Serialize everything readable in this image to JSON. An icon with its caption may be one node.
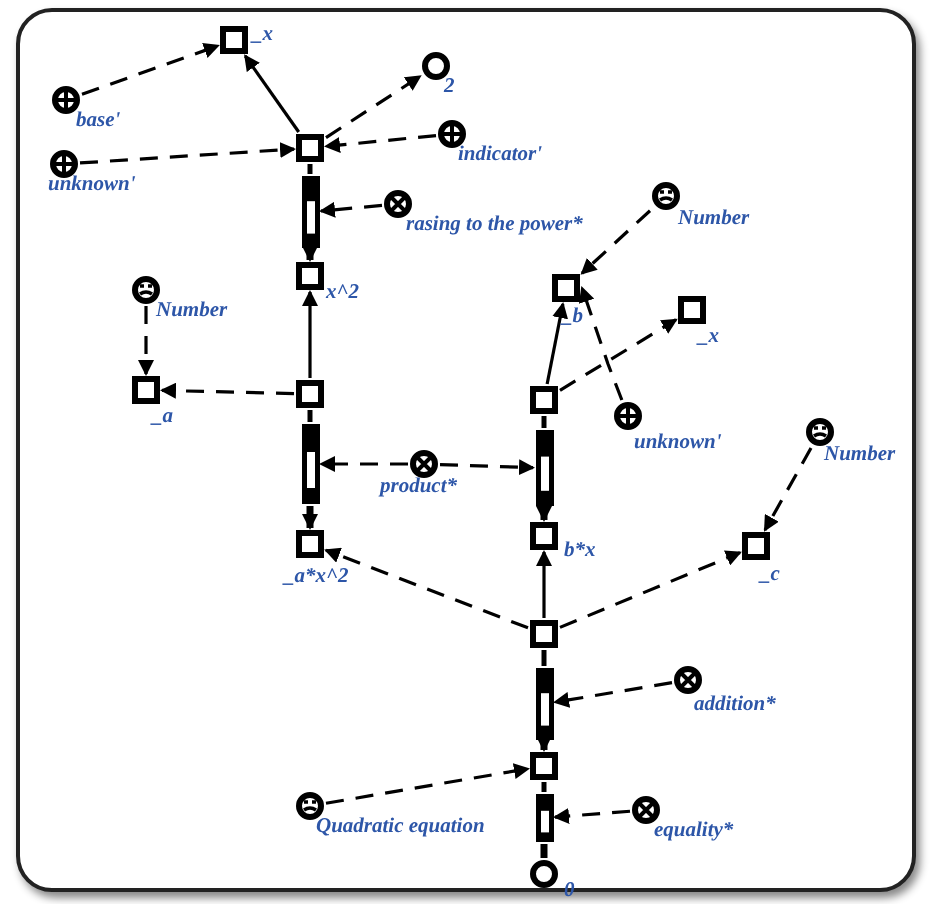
{
  "diagram": {
    "nodes": [
      {
        "text": [
          "_x"
        ]
      },
      {
        "text": [
          "base'"
        ]
      },
      {
        "text": [
          "unknown'"
        ]
      },
      {
        "text": [],
        "shape": "box"
      },
      {
        "text": [
          "2"
        ]
      },
      {
        "text": [
          "indicator'"
        ]
      },
      {
        "text": [],
        "shape": "bar"
      },
      {
        "text": [
          "rasing to the power*"
        ]
      },
      {
        "text": [
          "x^2"
        ]
      },
      {
        "text": [
          "Number"
        ]
      },
      {
        "text": [
          "_a"
        ]
      },
      {
        "text": [],
        "shape": "box"
      },
      {
        "text": [],
        "shape": "bar"
      },
      {
        "text": [
          "product*"
        ]
      },
      {
        "text": [
          "_a*x^2"
        ]
      },
      {
        "text": [
          "Number"
        ]
      },
      {
        "text": [
          "_b"
        ]
      },
      {
        "text": [
          "_x"
        ]
      },
      {
        "text": [],
        "shape": "box"
      },
      {
        "text": [
          "unknown'"
        ]
      },
      {
        "text": [],
        "shape": "bar"
      },
      {
        "text": [
          "Number"
        ]
      },
      {
        "text": [
          "b*x"
        ]
      },
      {
        "text": [
          "_c"
        ]
      },
      {
        "text": [],
        "shape": "box"
      },
      {
        "text": [],
        "shape": "bar"
      },
      {
        "text": [
          "addition*"
        ]
      },
      {
        "text": [],
        "shape": "box"
      },
      {
        "text": [
          "Quadratic equation"
        ]
      },
      {
        "text": [],
        "shape": "bar"
      },
      {
        "text": [
          "equality*"
        ]
      },
      {
        "text": [
          "0"
        ]
      }
    ],
    "edges": [
      {
        "from": 3,
        "to": 0,
        "arrow": "to"
      },
      {
        "from": 1,
        "to": 0,
        "arrow": "to",
        "style": "dashed"
      },
      {
        "from": 2,
        "to": 3,
        "arrow": "to",
        "style": "dashed"
      },
      {
        "from": 3,
        "to": 4,
        "arrow": "to",
        "style": "dashed"
      },
      {
        "from": 5,
        "to": 3,
        "arrow": "to",
        "style": "dashed"
      },
      {
        "from": 3,
        "to": 6,
        "arrow": "none"
      },
      {
        "from": 6,
        "to": 8,
        "arrow": "to",
        "style": "thick"
      },
      {
        "from": 7,
        "to": 6,
        "arrow": "to",
        "style": "dashed"
      },
      {
        "from": 11,
        "to": 8,
        "arrow": "to"
      },
      {
        "from": 9,
        "to": 10,
        "arrow": "to",
        "style": "dashed"
      },
      {
        "from": 11,
        "to": 10,
        "arrow": "to",
        "style": "dashed"
      },
      {
        "from": 11,
        "to": 12,
        "arrow": "none"
      },
      {
        "from": 12,
        "to": 14,
        "arrow": "to",
        "style": "thick"
      },
      {
        "from": 13,
        "to": 12,
        "arrow": "to",
        "style": "dashed"
      },
      {
        "from": 13,
        "to": 20,
        "arrow": "to",
        "style": "dashed"
      },
      {
        "from": 15,
        "to": 16,
        "arrow": "to",
        "style": "dashed"
      },
      {
        "from": 18,
        "to": 16,
        "arrow": "to"
      },
      {
        "from": 18,
        "to": 17,
        "arrow": "to",
        "style": "dashed"
      },
      {
        "from": 19,
        "to": 16,
        "arrow": "to",
        "style": "dashed"
      },
      {
        "from": 18,
        "to": 20,
        "arrow": "none"
      },
      {
        "from": 20,
        "to": 22,
        "arrow": "to",
        "style": "thick"
      },
      {
        "from": 21,
        "to": 23,
        "arrow": "to",
        "style": "dashed"
      },
      {
        "from": 24,
        "to": 14,
        "arrow": "to",
        "style": "dashed"
      },
      {
        "from": 24,
        "to": 22,
        "arrow": "to"
      },
      {
        "from": 24,
        "to": 23,
        "arrow": "to",
        "style": "dashed"
      },
      {
        "from": 24,
        "to": 25,
        "arrow": "none"
      },
      {
        "from": 25,
        "to": 27,
        "arrow": "to",
        "style": "thick"
      },
      {
        "from": 26,
        "to": 25,
        "arrow": "to",
        "style": "dashed"
      },
      {
        "from": 28,
        "to": 27,
        "arrow": "to",
        "style": "dashed"
      },
      {
        "from": 27,
        "to": 29,
        "arrow": "none"
      },
      {
        "from": 29,
        "to": 31,
        "arrow": "none",
        "style": "thick"
      },
      {
        "from": 30,
        "to": 29,
        "arrow": "to",
        "style": "dashed"
      }
    ]
  }
}
